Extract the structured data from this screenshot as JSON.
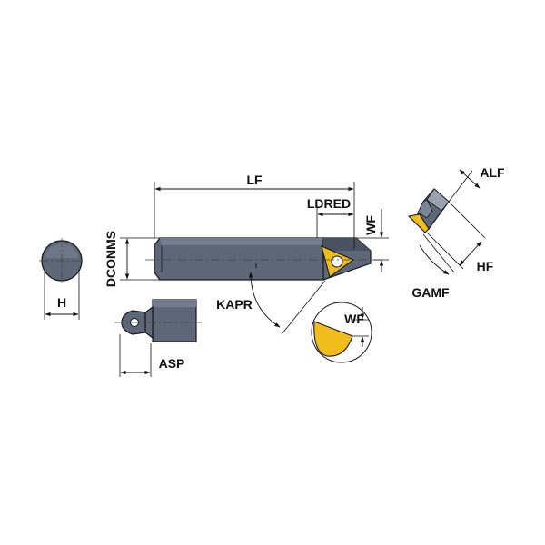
{
  "labels": {
    "lf": "LF",
    "ldred": "LDRED",
    "wf": "WF",
    "dconms": "DCONMS",
    "kapr": "KAPR",
    "alf": "ALF",
    "hf": "HF",
    "gamf": "GAMF",
    "h": "H",
    "asp": "ASP",
    "wf_detail": "WF"
  },
  "colors": {
    "tool_body": "#5e6778",
    "insert": "#f1bd1c",
    "outline": "#1a1a1a"
  }
}
